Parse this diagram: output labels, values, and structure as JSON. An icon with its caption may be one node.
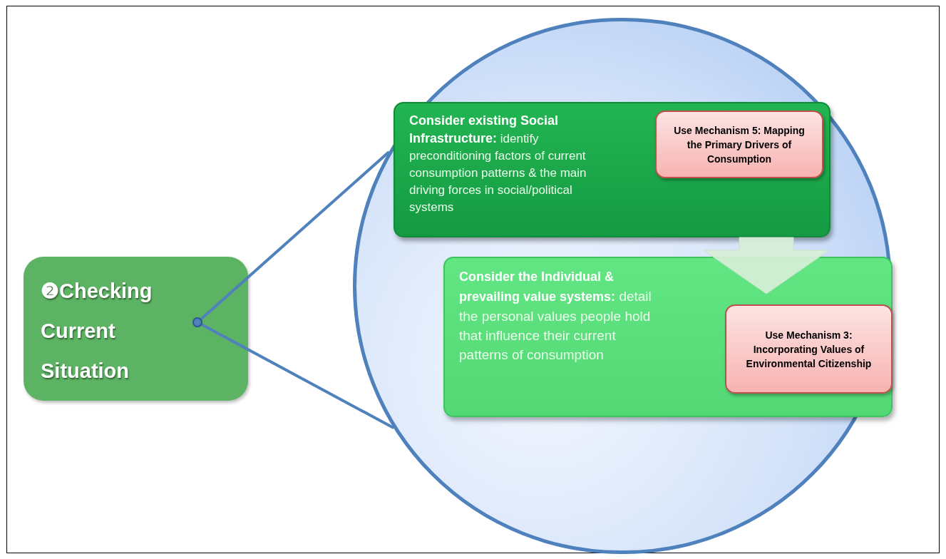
{
  "diagram": {
    "nodes": [
      {
        "text": [
          "❷Checking Current Situation"
        ]
      },
      {
        "text": [],
        "shape": "circle"
      },
      {
        "text": [
          "**Consider existing Social Infrastructure:** identify preconditioning factors of current consumption patterns & the main driving forces in social/political systems"
        ],
        "in": 1
      },
      {
        "text": [
          "Use Mechanism 5: Mapping the Primary Drivers of Consumption"
        ],
        "in": 2
      },
      {
        "text": [
          "**Consider the Individual & prevailing value systems:** detail the personal values people hold that influence their current patterns of consumption"
        ],
        "in": 1
      },
      {
        "text": [
          "Use Mechanism 3: Incorporating Values of Environmental Citizenship"
        ],
        "in": 4
      }
    ],
    "edges": [
      {
        "from": 0,
        "to": 1,
        "arrow": "other"
      },
      {
        "from": 0,
        "to": 1,
        "arrow": "other"
      },
      {
        "from": 2,
        "to": 4,
        "arrow": "to"
      }
    ]
  }
}
